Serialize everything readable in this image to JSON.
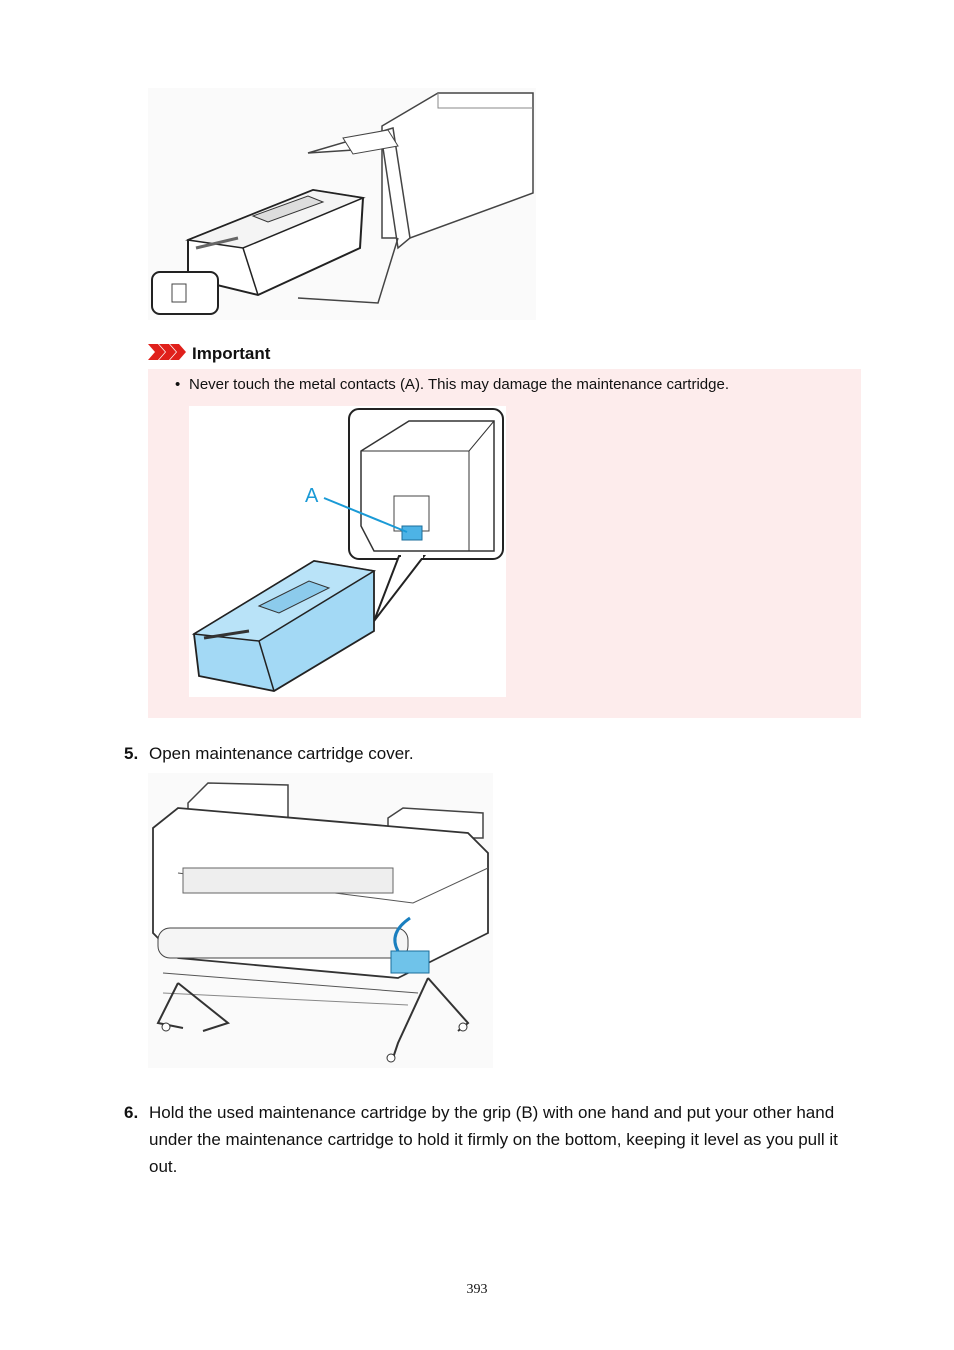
{
  "important": {
    "title": "Important",
    "icon": "important-chevrons-icon",
    "accent_color": "#e0201b",
    "bullet": "Never touch the metal contacts (A). This may damage the maintenance cartridge.",
    "callout_label": "A"
  },
  "steps": [
    {
      "number": "5.",
      "text": "Open maintenance cartridge cover."
    },
    {
      "number": "6.",
      "text": "Hold the used maintenance cartridge by the grip (B) with one hand and put your other hand under the maintenance cartridge to hold it firmly on the bottom, keeping it level as you pull it out."
    }
  ],
  "page_number": "393"
}
